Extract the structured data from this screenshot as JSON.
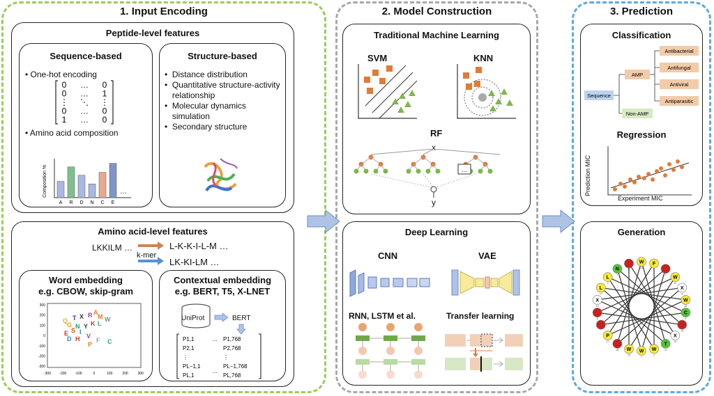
{
  "panels": {
    "input": {
      "title": "1. Input Encoding",
      "peptide": {
        "title": "Peptide-level features",
        "sequence": {
          "title": "Sequence-based",
          "items": [
            "One-hot encoding",
            "Amino acid composition"
          ],
          "matrix": {
            "rows": [
              [
                "0",
                "…",
                "0"
              ],
              [
                "0",
                "…",
                "1"
              ],
              [
                "⋮",
                "⋱",
                "⋮"
              ],
              [
                "0",
                "…",
                "0"
              ],
              [
                "1",
                "…",
                "0"
              ]
            ]
          },
          "composition_chart": {
            "ylabel": "Composition %",
            "categories": [
              "A",
              "R",
              "D",
              "N",
              "C",
              "E"
            ],
            "values": [
              0.45,
              0.85,
              0.62,
              0.38,
              0.7,
              0.95
            ],
            "ellipsis": "…",
            "colors": [
              "#a9b8e0",
              "#7fc08e",
              "#a9b8e0",
              "#a9b8e0",
              "#e7a98e",
              "#7f95c9"
            ]
          }
        },
        "structure": {
          "title": "Structure-based",
          "items": [
            "Distance distribution",
            "Quantitative structure-activity relationship",
            "Molecular dynamics simulation",
            "Secondary structure"
          ]
        }
      },
      "amino": {
        "title": "Amino acid-level features",
        "seq": "LKKILM …",
        "dash_seq": "L-K-K-I-L-M …",
        "kmer_label": "k-mer",
        "kmer_seq": "LK-KI-LM …",
        "word": {
          "title": "Word embedding",
          "subtitle": "e.g. CBOW, skip-gram",
          "letters": [
            {
              "t": "Q",
              "c": "#e1b12c"
            },
            {
              "t": "T",
              "c": "#3b3b98"
            },
            {
              "t": "X",
              "c": "#2d3436"
            },
            {
              "t": "R",
              "c": "#8e44ad"
            },
            {
              "t": "A",
              "c": "#e67e22"
            },
            {
              "t": "M",
              "c": "#e67e22"
            },
            {
              "t": "G",
              "c": "#f39c12"
            },
            {
              "t": "N",
              "c": "#16a085"
            },
            {
              "t": "Y",
              "c": "#2c3e50"
            },
            {
              "t": "K",
              "c": "#c0392b"
            },
            {
              "t": "L",
              "c": "#27ae60"
            },
            {
              "t": "W",
              "c": "#7f8c8d"
            },
            {
              "t": "E",
              "c": "#c0392b"
            },
            {
              "t": "S",
              "c": "#d35400"
            },
            {
              "t": "I",
              "c": "#2980b9"
            },
            {
              "t": "V",
              "c": "#8e44ad"
            },
            {
              "t": "D",
              "c": "#2980b9"
            },
            {
              "t": "H",
              "c": "#c0392b"
            },
            {
              "t": "P",
              "c": "#e67e22"
            },
            {
              "t": "F",
              "c": "#95a5a6"
            },
            {
              "t": "C",
              "c": "#27ae60"
            }
          ],
          "xticks": [
            "-300",
            "-200",
            "-100",
            "0",
            "100",
            "200",
            "300"
          ],
          "yticks": [
            "300",
            "200",
            "100",
            "0",
            "-100",
            "-200",
            "-300"
          ]
        },
        "contextual": {
          "title": "Contextual embedding",
          "subtitle": "e.g. BERT, T5, X-LNET",
          "uniprot": "UniProt",
          "bert": "BERT",
          "matrix_left": [
            "P1,1",
            "P2,1",
            "⋮",
            "PL−1,1",
            "PL,1"
          ],
          "matrix_right": [
            "P1,768",
            "P2,768",
            "⋮",
            "PL−1,768",
            "PL,768"
          ],
          "dots": "…"
        }
      }
    },
    "model": {
      "title": "2. Model Construction",
      "traditional": {
        "title": "Traditional Machine Learning",
        "svm": "SVM",
        "knn": "KNN",
        "rf": "RF",
        "rf_x": "x",
        "rf_y": "y",
        "rf_dots": "…"
      },
      "deep": {
        "title": "Deep Learning",
        "cnn": "CNN",
        "vae": "VAE",
        "rnn": "RNN, LSTM et al.",
        "transfer": "Transfer learning"
      }
    },
    "prediction": {
      "title": "3. Prediction",
      "classification": {
        "title": "Classification",
        "root": "Sequence",
        "amp": "AMP",
        "nonamp": "Non-AMP",
        "leaves": [
          "Antibacterial",
          "Antifungal",
          "Antiviral",
          "Antiparasitic"
        ]
      },
      "regression": {
        "title": "Regression",
        "ylabel": "Prediction MIC",
        "xlabel": "Experiment MIC"
      },
      "generation": {
        "title": "Generation",
        "wheel": [
          {
            "t": "W",
            "n": "14",
            "c": "#f7ea3a"
          },
          {
            "t": "F",
            "n": "5",
            "c": "#f7ea3a"
          },
          {
            "t": "",
            "n": "1",
            "c": "#c9211e"
          },
          {
            "t": "W",
            "n": "12",
            "c": "#f7ea3a"
          },
          {
            "t": "X",
            "n": "8",
            "c": "#ffffff"
          },
          {
            "t": "W",
            "n": "16",
            "c": "#f7ea3a"
          },
          {
            "t": "C",
            "n": "4",
            "c": "#55c535"
          },
          {
            "t": "",
            "n": "15",
            "c": "#c9211e"
          },
          {
            "t": "X",
            "n": "19",
            "c": "#ffffff"
          },
          {
            "t": "T",
            "n": "11",
            "c": "#55c535"
          },
          {
            "t": "W",
            "n": "3",
            "c": "#f7ea3a"
          },
          {
            "t": "W",
            "n": "7",
            "c": "#f7ea3a"
          },
          {
            "t": "W",
            "n": "10",
            "c": "#f7ea3a"
          },
          {
            "t": "",
            "n": "18",
            "c": "#c9211e"
          },
          {
            "t": "P",
            "n": "13",
            "c": "#f7ea3a"
          },
          {
            "t": "",
            "n": "",
            "c": "#c9211e"
          },
          {
            "t": "",
            "n": "6",
            "c": "#c9211e"
          },
          {
            "t": "X",
            "n": "14",
            "c": "#ffffff"
          },
          {
            "t": "L",
            "n": "17",
            "c": "#f7ea3a"
          },
          {
            "t": "L",
            "n": "9",
            "c": "#f7ea3a"
          },
          {
            "t": "N",
            "n": "2",
            "c": "#55c535"
          },
          {
            "t": "",
            "n": "20",
            "c": "#c9211e"
          }
        ]
      }
    }
  },
  "colors": {
    "green_dashed": "#9acd5a",
    "gray_dashed": "#a8a8a8",
    "blue_dashed": "#5aa9e6",
    "arrow": "#aec3e6",
    "orange": "#e07b39",
    "green": "#7db84a"
  }
}
